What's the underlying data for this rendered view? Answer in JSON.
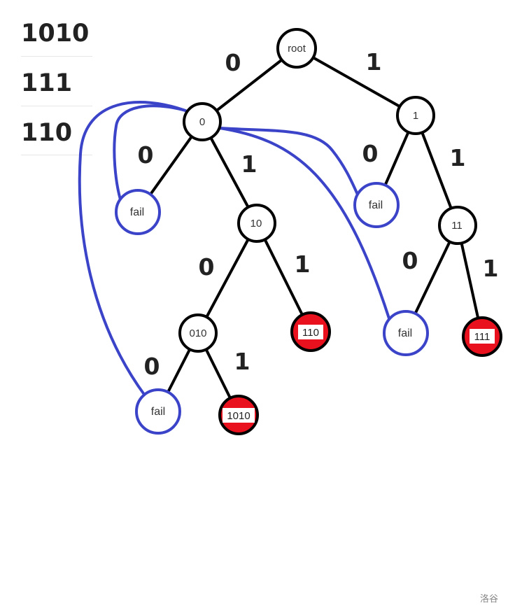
{
  "patterns": [
    "1010",
    "111",
    "110"
  ],
  "tree": {
    "nodes": {
      "root": "root",
      "n0": "0",
      "n1": "1",
      "n10": "10",
      "n11": "11",
      "n010": "010"
    },
    "terminals": {
      "t1010": "1010",
      "t110": "110",
      "t111": "111"
    },
    "fail_nodes": {
      "f0": "fail",
      "f1": "fail",
      "f11": "fail",
      "f010": "fail"
    },
    "edges": {
      "root_0": "0",
      "root_1": "1",
      "n0_0": "0",
      "n0_1": "1",
      "n1_0": "0",
      "n1_1": "1",
      "n10_0": "0",
      "n10_1": "1",
      "n11_0": "0",
      "n11_1": "1",
      "n010_0": "0",
      "n010_1": "1"
    }
  },
  "colors": {
    "tree": "#000000",
    "fail": "#3b44c8",
    "terminal_fill": "#e8111d"
  },
  "watermark": "洛谷"
}
